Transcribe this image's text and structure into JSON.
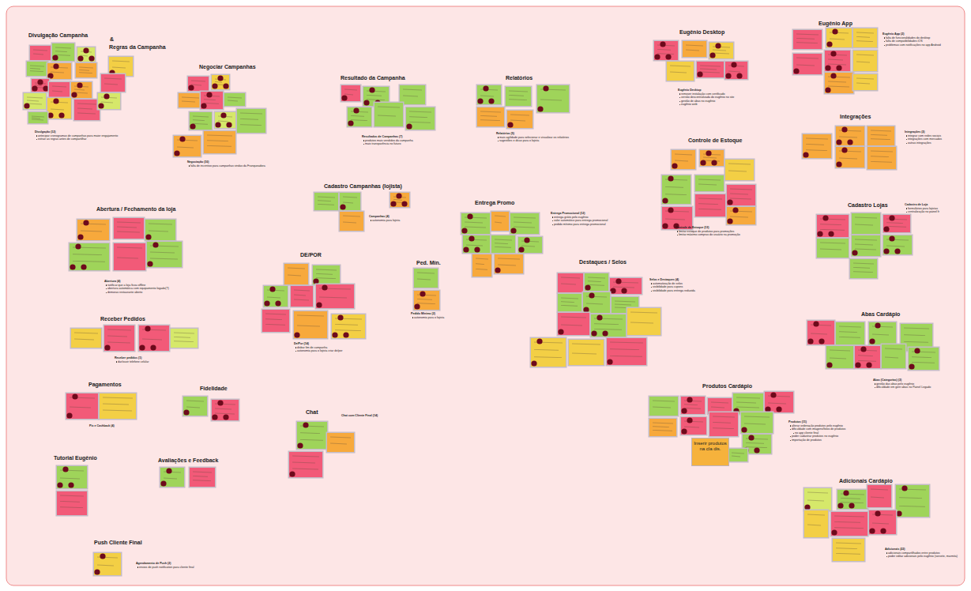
{
  "diagram": {
    "nodes": [
      {
        "text": [
          "Inserir produtos na cla dis."
        ]
      }
    ],
    "labels": [
      "Divulgação Campanha",
      "&",
      "Regras da Campanha",
      "Divulgação (12)",
      "antecipar cronogramas de campanhas para maior engajamento",
      "extrair as regras antes de compartilhar",
      "Negociar Campanhas",
      "Negociação (10)",
      "falta de incentivo para campanhas vindas da Franqueadora",
      "Resultado da Campanha",
      "Resultados de Campanhas (7)",
      "produtos mais vendidos da campanha",
      "mais transparência no futuro",
      "Relatórios",
      "Relatórios (5)",
      "mais agilidade para selecionar e visualizar os relatórios",
      "sugestões e dicas para o lojista",
      "Eugênio Desktop",
      "Eugênio Desktop",
      "remover instalação com certificado",
      "versão descentralizada do eugênio no site",
      "gestão de abas no eugênio",
      "eugênio web",
      "Eugênio App",
      "Eugênio App (2)",
      "falta de funcionalidades do desktop",
      "falta de compatibilidades iOS",
      "problemas com notificações no app Android",
      "Integrações",
      "Integrações (3)",
      "integrar com redes sociais",
      "integrações com mercados",
      "outras integrações",
      "Controle de Estoque",
      "Controle de Estoque (13)",
      "limitar estoque de produtos para promoções",
      "limitar máximo compras do usuário na promoção",
      "Cadastro Campanhas (lojista)",
      "Campanhas (4)",
      "autonomia para lojista",
      "Entrega Promo",
      "Entrega Promocional (12)",
      "entrega grátis pelo eugênio",
      "valor automático para entrega promocional",
      "pedido mínimo para entrega promocional",
      "Cadastro Lojas",
      "Cadastro de Loja",
      "formulários para lojistas",
      "centralização no painel fr",
      "Abertura / Fechamento da loja",
      "Abertura (4)",
      "notificar que a loja ficou offline",
      "abertura automática com equipamento logado(?)",
      "demoras restaurante aberto",
      "DE/POR",
      "De/Por (14)",
      "disbar fim de campanha",
      "autonomia para o lojista criar de/por",
      "Ped. Mín.",
      "Pedido Mínimo (2)",
      "autonomia para o lojista",
      "Destaques / Selos",
      "Selos e Destaques (4)",
      "automatização de selos",
      "visibilidade para cupons",
      "visibilidade para entrega reduzida",
      "Receber Pedidos",
      "Receber pedidos (1)",
      "dar/ouvir telefone celular",
      "Abas Cardápio",
      "Abas (Categorias) (3)",
      "gestão das abas pelo eugênio",
      "dificuldade em gerir abas no Painel Legado",
      "Pagamentos",
      "Pix e Cashback (4)",
      "Fidelidade",
      "Produtos Cardápio",
      "Produtos (11)",
      "alterar ordenação produtos pelo eugênio",
      "dificuldade com imagens/fotos de produtos",
      "no app cliente final",
      "poder cadastrar produtos no eugênio",
      "importação de produtos",
      "Chat",
      "Chat com Cliente Final (14)",
      "Tutorial Eugênio",
      "Avaliações e Feedback",
      "Adicionais Cardápio",
      "Adicionais (22)",
      "adicionais compartilhados entre produtos",
      "poder editar adicionais pelo eugênio (sorvete, marmita)",
      "Push Cliente Final",
      "Agendamento de Push (2)",
      "envios de push notification para cliente final"
    ]
  }
}
